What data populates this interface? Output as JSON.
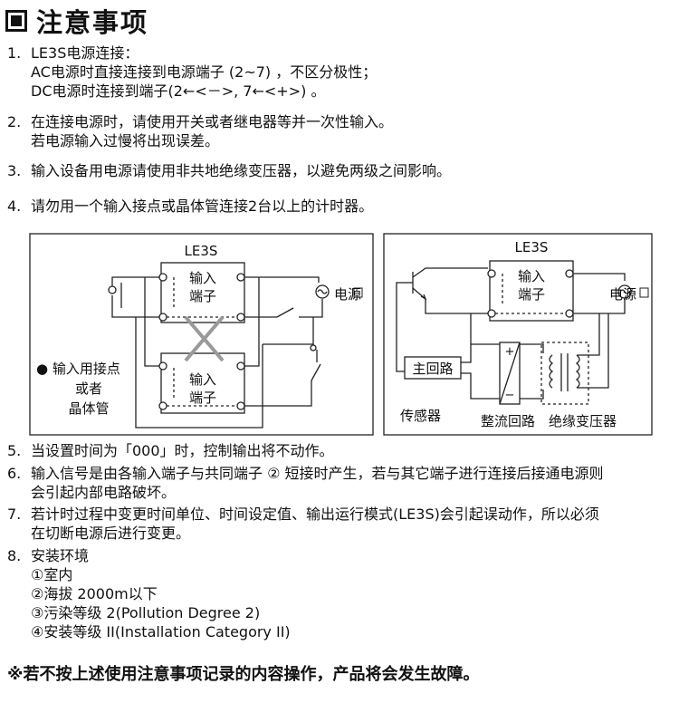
{
  "title": "注意事项",
  "items": [
    {
      "num": "1.",
      "lines": [
        "LE3S电源连接：",
        "AC电源时直接连接到电源端子 (2~7) ，不区分极性；",
        "DC电源时连接到端子(2←<－>, 7←<+>) 。"
      ]
    },
    {
      "num": "2.",
      "lines": [
        "在连接电源时，请使用开关或者继电器等并一次性输入。",
        "若电源输入过慢将出现误差。"
      ]
    },
    {
      "num": "3.",
      "lines": [
        "输入设备用电源请使用非共地绝缘变压器，以避免两级之间影响。"
      ]
    },
    {
      "num": "4.",
      "lines": [
        "请勿用一个输入接点或晶体管连接2台以上的计时器。"
      ]
    },
    {
      "num": "5.",
      "lines": [
        "当设置时间为「000」时，控制输出将不动作。"
      ]
    },
    {
      "num": "6.",
      "lines": [
        "输入信号是由各输入端子与共同端子 ② 短接时产生，若与其它端子进行连接后接通电源则",
        "会引起内部电路破坏。"
      ]
    },
    {
      "num": "7.",
      "lines": [
        "若计时过程中变更时间单位、时间设定值、输出运行模式(LE3S)会引起误动作，所以必须",
        "在切断电源后进行变更。"
      ]
    },
    {
      "num": "8.",
      "lines": [
        "安装环境"
      ],
      "subs": [
        "①室内",
        "②海拔 2000m以下",
        "③污染等级 2(Pollution Degree 2)",
        "④安装等级 II(Installation Category II)"
      ]
    }
  ],
  "warning": "※若不按上述使用注意事项记录的内容操作，产品将会发生故障。",
  "diagram_left": {
    "model": "LE3S",
    "box_top_line1": "输入",
    "box_top_line2": "端子",
    "box_bottom_line1": "输入",
    "box_bottom_line2": "端子",
    "power_label": "电源",
    "legend_line1": "● 输入用接点",
    "legend_line2": "或者",
    "legend_line3": "晶体管"
  },
  "diagram_right": {
    "model": "LE3S",
    "box_line1": "输入",
    "box_line2": "端子",
    "power_label": "电源",
    "main_circuit": "主回路",
    "plus": "+",
    "minus": "−",
    "sensor": "传感器",
    "rectifier": "整流回路",
    "transformer": "绝缘变压器"
  }
}
